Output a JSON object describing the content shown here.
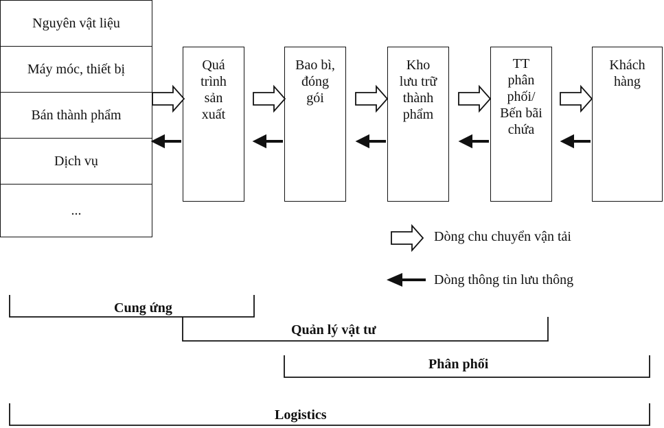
{
  "inputs": [
    {
      "label": "Nguyên vật liệu"
    },
    {
      "label": "Máy móc, thiết bị"
    },
    {
      "label": "Bán thành phẩm"
    },
    {
      "label": "Dịch vụ"
    },
    {
      "label": "..."
    }
  ],
  "stages": [
    {
      "label": "Quá\ntrình\nsản\nxuất"
    },
    {
      "label": "Bao bì,\nđóng\ngói"
    },
    {
      "label": "Kho\nlưu trữ\nthành\nphẩm"
    },
    {
      "label": "TT\nphân\nphối/\nBến bãi\nchứa"
    },
    {
      "label": "Khách\nhàng"
    }
  ],
  "legend": {
    "transport": "Dòng chu chuyển vận tải",
    "information": "Dòng thông tin lưu thông"
  },
  "brackets": {
    "supply": "Cung ứng",
    "materials": "Quản lý vật tư",
    "distribution": "Phân phối",
    "logistics": "Logistics"
  }
}
